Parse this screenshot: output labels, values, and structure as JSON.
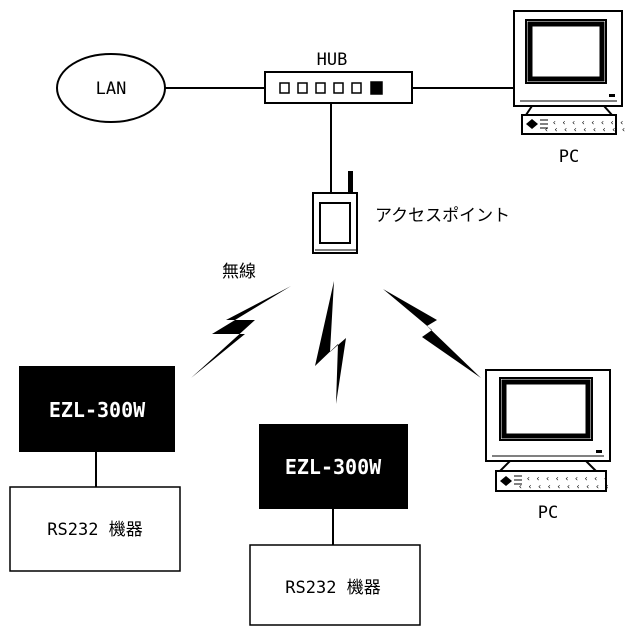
{
  "labels": {
    "lan": "LAN",
    "hub": "HUB",
    "pc_top": "PC",
    "pc_right": "PC",
    "access_point": "アクセスポイント",
    "wireless": "無線"
  },
  "devices": [
    {
      "name": "EZL-300W",
      "equipment": "RS232 機器"
    },
    {
      "name": "EZL-300W",
      "equipment": "RS232 機器"
    }
  ],
  "colors": {
    "line": "#000000",
    "device_fill": "#000000",
    "device_text": "#ffffff",
    "background": "#ffffff"
  }
}
